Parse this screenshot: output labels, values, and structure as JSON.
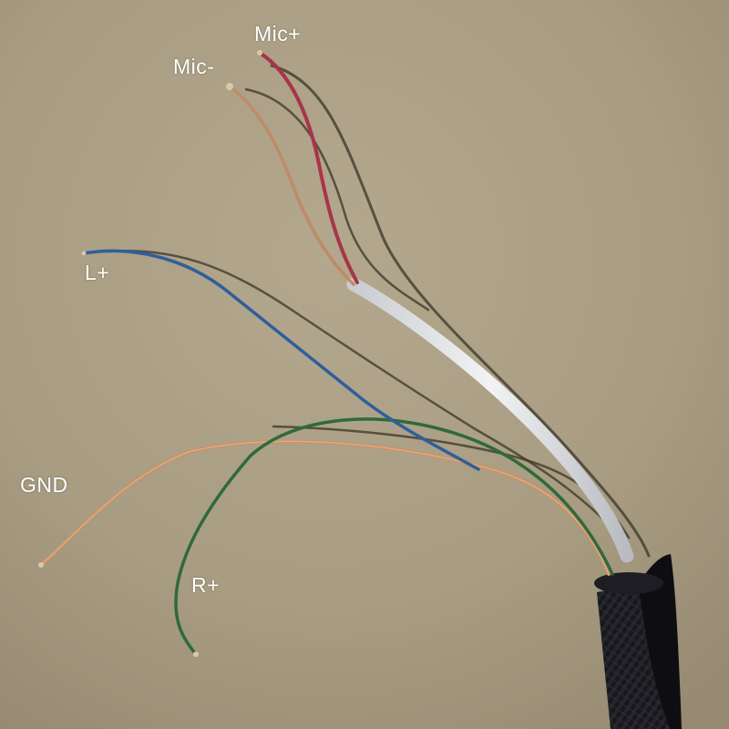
{
  "labels": {
    "mic_minus": "Mic-",
    "mic_plus": "Mic+",
    "l_plus": "L+",
    "gnd": "GND",
    "r_plus": "R+"
  },
  "colors": {
    "background": "#a89c82",
    "label_text": "#ffffff",
    "wire_blue": "#2f5f9a",
    "wire_red": "#a8344a",
    "wire_green": "#2f6a3c",
    "wire_copper": "#c8936a",
    "jacket_white": "#e4e6e8",
    "cable_black": "#15151a"
  }
}
